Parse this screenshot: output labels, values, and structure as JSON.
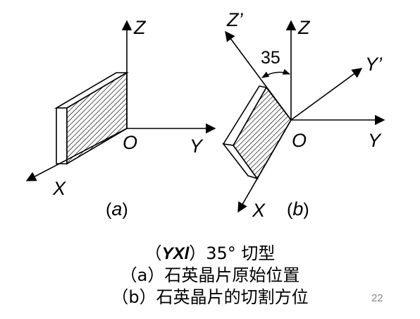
{
  "colors": {
    "ink": "#000000",
    "face": "#ffffff",
    "page_number": "#888888"
  },
  "figure_a": {
    "axis_z": "Z",
    "axis_y": "Y",
    "axis_x": "X",
    "origin": "O",
    "caption_open": "(",
    "caption_letter": "a",
    "caption_close": ")"
  },
  "figure_b": {
    "axis_z": "Z",
    "axis_z_prime": "Z’",
    "axis_y": "Y",
    "axis_y_prime": "Y’",
    "axis_x": "X",
    "origin": "O",
    "angle_label": "35",
    "caption_open": "(",
    "caption_letter": "b",
    "caption_close": ")"
  },
  "captions": {
    "line1_open": "（",
    "line1_cut": "YXl",
    "line1_rest": "）35° 切型",
    "line2": "（a）石英晶片原始位置",
    "line3": "（b）石英晶片的切割方位"
  },
  "page_number": "22"
}
